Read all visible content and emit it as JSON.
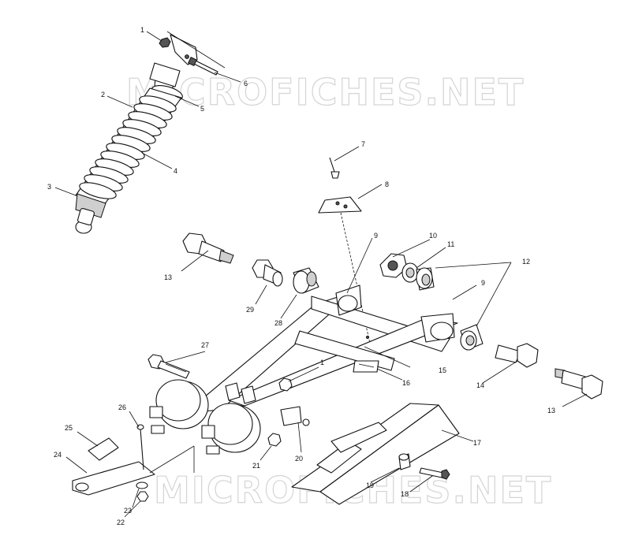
{
  "watermark": {
    "top": "MICROFICHES.NET",
    "bottom": "MICROFICHES.NET"
  },
  "callouts": {
    "c1a": "1",
    "c2": "2",
    "c3": "3",
    "c4": "4",
    "c5": "5",
    "c6": "6",
    "c7": "7",
    "c8": "8",
    "c9a": "9",
    "c9b": "9",
    "c10": "10",
    "c11": "11",
    "c12": "12",
    "c13a": "13",
    "c13b": "13",
    "c14": "14",
    "c15": "15",
    "c16": "16",
    "c17": "17",
    "c18": "18",
    "c19": "19",
    "c20": "20",
    "c21": "21",
    "c22": "22",
    "c23": "23",
    "c24": "24",
    "c25": "25",
    "c26": "26",
    "c27": "27",
    "c28": "28",
    "c29": "29",
    "c1b": "1"
  }
}
